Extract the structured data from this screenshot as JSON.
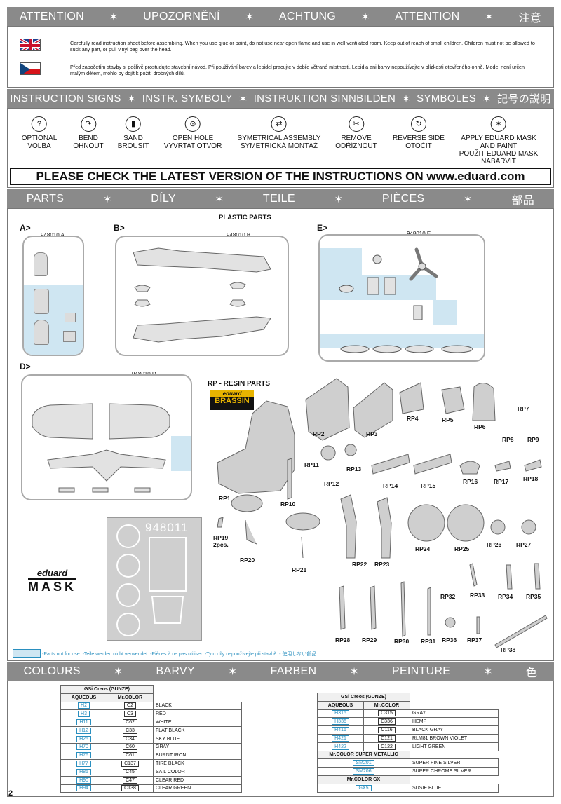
{
  "attention_band": [
    "ATTENTION",
    "UPOZORNĚNÍ",
    "ACHTUNG",
    "ATTENTION",
    "注意"
  ],
  "warnings": {
    "en": "Carefully read instruction sheet before assembling. When you use glue or paint, do not use near open flame and use in well ventilated room. Keep out of reach of small children. Children must not be allowed to suck any part, or pull vinyl bag over the head.",
    "cz": "Před započetím stavby si pečlivě prostudujte stavební návod. Při používání barev a lepidel pracujte v dobře větrané místnosti. Lepidla ani barvy nepoužívejte v blízkosti otevřeného ohně. Model není určen malým dětem, mohlo by dojít k požití drobných dílů."
  },
  "signs_band": [
    "INSTRUCTION SIGNS",
    "INSTR. SYMBOLY",
    "INSTRUKTION SINNBILDEN",
    "SYMBOLES",
    "記号の説明"
  ],
  "signs": [
    {
      "icon": "?",
      "label": "OPTIONAL\nVOLBA"
    },
    {
      "icon": "↷",
      "label": "BEND\nOHNOUT"
    },
    {
      "icon": "▮",
      "label": "SAND\nBROUSIT"
    },
    {
      "icon": "⊙",
      "label": "OPEN HOLE\nVYVRTAT OTVOR"
    },
    {
      "icon": "⇄",
      "label": "SYMETRICAL ASSEMBLY\nSYMETRICKÁ MONTÁŽ"
    },
    {
      "icon": "✂",
      "label": "REMOVE\nODŘÍZNOUT"
    },
    {
      "icon": "↻",
      "label": "REVERSE SIDE\nOTOČIT"
    },
    {
      "icon": "✶",
      "label": "APPLY EDUARD MASK\nAND PAINT\nPOUŽIT EDUARD MASK\nNABARVIT"
    }
  ],
  "latest_notice": "PLEASE CHECK THE LATEST VERSION OF THE INSTRUCTIONS ON www.eduard.com",
  "parts_band": [
    "PARTS",
    "DÍLY",
    "TEILE",
    "PIÈCES",
    "部品"
  ],
  "plastic_parts_title": "PLASTIC PARTS",
  "sprues": {
    "a_letter": "A>",
    "a_code": "948010 A",
    "b_letter": "B>",
    "b_code": "948010 B",
    "e_letter": "E>",
    "e_code": "948010 E",
    "d_letter": "D>",
    "d_code": "948010 D"
  },
  "resin_title": "RP - RESIN PARTS",
  "brassin_logo": {
    "top": "eduard",
    "bottom": "BRASSIN"
  },
  "mask_logo": {
    "top": "eduard",
    "bottom": "MASK",
    "code": "948011"
  },
  "resin_labels": {
    "rp1": "RP1",
    "rp2": "RP2",
    "rp3": "RP3",
    "rp4": "RP4",
    "rp5": "RP5",
    "rp6": "RP6",
    "rp7": "RP7",
    "rp8": "RP8",
    "rp9": "RP9",
    "rp10": "RP10",
    "rp11": "RP11",
    "rp12": "RP12",
    "rp13": "RP13",
    "rp14": "RP14",
    "rp15": "RP15",
    "rp16": "RP16",
    "rp17": "RP17",
    "rp18": "RP18",
    "rp19": "RP19\n2pcs.",
    "rp20": "RP20",
    "rp21": "RP21",
    "rp22": "RP22",
    "rp23": "RP23",
    "rp24": "RP24",
    "rp25": "RP25",
    "rp26": "RP26",
    "rp27": "RP27",
    "rp28": "RP28",
    "rp29": "RP29",
    "rp30": "RP30",
    "rp31": "RP31",
    "rp32": "RP32",
    "rp33": "RP33",
    "rp34": "RP34",
    "rp35": "RP35",
    "rp36": "RP36",
    "rp37": "RP37",
    "rp38": "RP38"
  },
  "not_for_use_note": "-Parts not for use. -Teile werden nicht verwendet. -Pièces à ne pas utiliser. -Tyto díly nepoužívejte při stavbě. -   使用しない部品",
  "colours_band": [
    "COLOURS",
    "BARVY",
    "FARBEN",
    "PEINTURE",
    "色"
  ],
  "colour_table_left": {
    "title": "GSi Creos (GUNZE)",
    "col_aqueous": "AQUEOUS",
    "col_mrcolor": "Mr.COLOR",
    "rows": [
      {
        "aq": "H2",
        "mr": "C2",
        "name": "BLACK"
      },
      {
        "aq": "H3",
        "mr": "C3",
        "name": "RED"
      },
      {
        "aq": "H11",
        "mr": "C62",
        "name": "WHITE"
      },
      {
        "aq": "H12",
        "mr": "C33",
        "name": "FLAT BLACK"
      },
      {
        "aq": "H25",
        "mr": "C34",
        "name": "SKY BLUE"
      },
      {
        "aq": "H70",
        "mr": "C60",
        "name": "GRAY"
      },
      {
        "aq": "H76",
        "mr": "C61",
        "name": "BURNT IRON"
      },
      {
        "aq": "H77",
        "mr": "C137",
        "name": "TIRE BLACK"
      },
      {
        "aq": "H85",
        "mr": "C45",
        "name": "SAIL COLOR"
      },
      {
        "aq": "H90",
        "mr": "C47",
        "name": "CLEAR RED"
      },
      {
        "aq": "H94",
        "mr": "C138",
        "name": "CLEAR GREEN"
      }
    ]
  },
  "colour_table_right": {
    "title": "GSi Creos (GUNZE)",
    "col_aqueous": "AQUEOUS",
    "col_mrcolor": "Mr.COLOR",
    "rows": [
      {
        "aq": "H315",
        "mr": "C315",
        "name": "GRAY"
      },
      {
        "aq": "H336",
        "mr": "C336",
        "name": "HEMP"
      },
      {
        "aq": "H416",
        "mr": "C116",
        "name": "BLACK GRAY"
      },
      {
        "aq": "H421",
        "mr": "C121",
        "name": "RLM81 BROWN VIOLET"
      },
      {
        "aq": "H422",
        "mr": "C122",
        "name": "LIGHT GREEN"
      }
    ],
    "metallic_title": "Mr.COLOR SUPER METALLIC",
    "metallic_rows": [
      {
        "code": "SM201",
        "name": "SUPER FINE SILVER"
      },
      {
        "code": "SM206",
        "name": "SUPER CHROME SILVER"
      }
    ],
    "gx_title": "Mr.COLOR GX",
    "gx_rows": [
      {
        "code": "GX5",
        "name": "SUSIE BLUE"
      }
    ]
  },
  "page_number": "2"
}
